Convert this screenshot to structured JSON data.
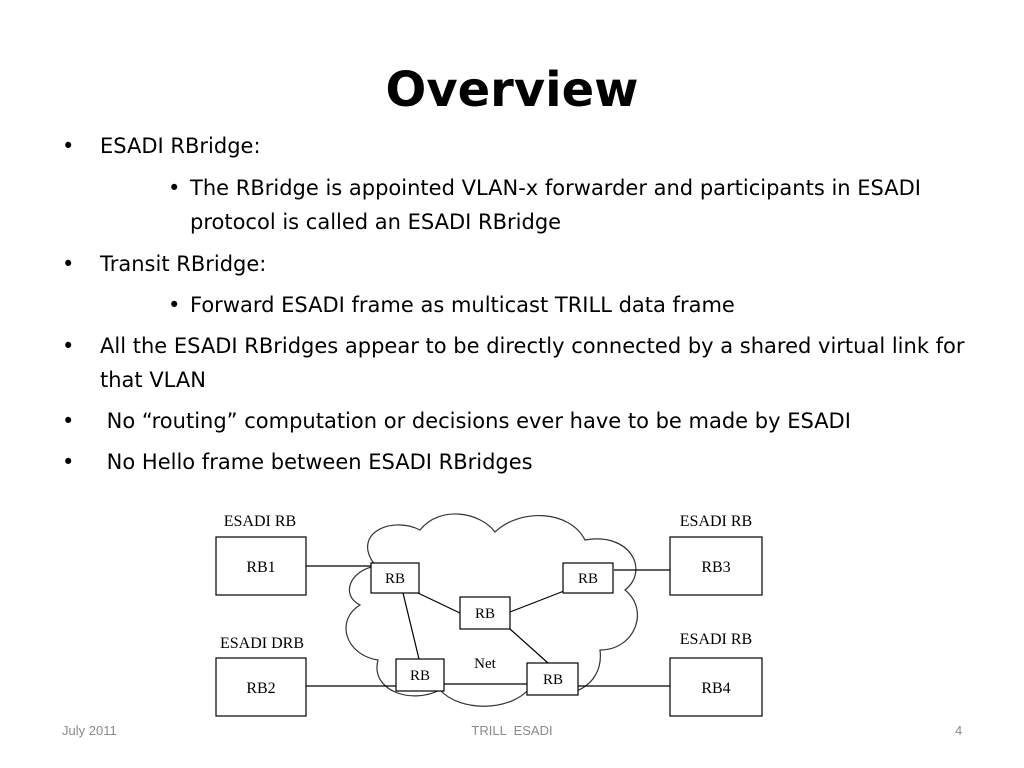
{
  "slide": {
    "title": "Overview",
    "bullets": [
      {
        "text": "ESADI RBridge:",
        "sub": "The RBridge is appointed VLAN-x forwarder  and participants in ESADI protocol is called an ESADI RBridge"
      },
      {
        "text": "Transit RBridge:",
        "sub": "Forward ESADI frame as multicast  TRILL data frame"
      },
      {
        "text": "All the ESADI RBridges appear to  be directly connected by a shared virtual link for that VLAN"
      },
      {
        "text": " No “routing” computation or decisions ever have to be made by ESADI"
      },
      {
        "text": " No Hello frame between ESADI RBridges"
      }
    ]
  },
  "diagram": {
    "labels": {
      "rb1": "ESADI  RB",
      "rb2": "ESADI   DRB",
      "rb3": "ESADI  RB",
      "rb4": "ESADI  RB"
    },
    "edge_boxes": {
      "rb1": "RB1",
      "rb2": "RB2",
      "rb3": "RB3",
      "rb4": "RB4"
    },
    "inner_boxes": {
      "top_left": "RB",
      "top_right": "RB",
      "center": "RB",
      "bottom_left": "RB",
      "bottom_right": "RB"
    },
    "cloud_label": "Net"
  },
  "footer": {
    "date": "July 2011",
    "center": "TRILL  ESADI",
    "page": "4"
  }
}
